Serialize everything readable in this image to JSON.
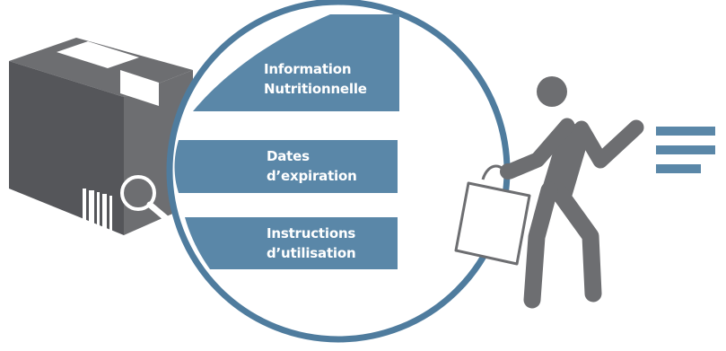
{
  "labels": {
    "nutrition": {
      "line1": "Information",
      "line2": "Nutritionnelle"
    },
    "expiration": {
      "line1": "Dates",
      "line2": "d’expiration"
    },
    "instructions": {
      "line1": "Instructions",
      "line2": "d’utilisation"
    }
  },
  "colors": {
    "band": "#5a87a8",
    "circle_stroke": "#4f7c9e",
    "gray": "#6d6e71",
    "white": "#ffffff"
  },
  "icons": {
    "package": "package-box-icon",
    "barcode": "barcode-icon",
    "magnifier": "magnifier-icon",
    "shopper": "shopper-walking-icon",
    "bag": "shopping-bag-icon",
    "motion": "motion-lines-icon"
  }
}
